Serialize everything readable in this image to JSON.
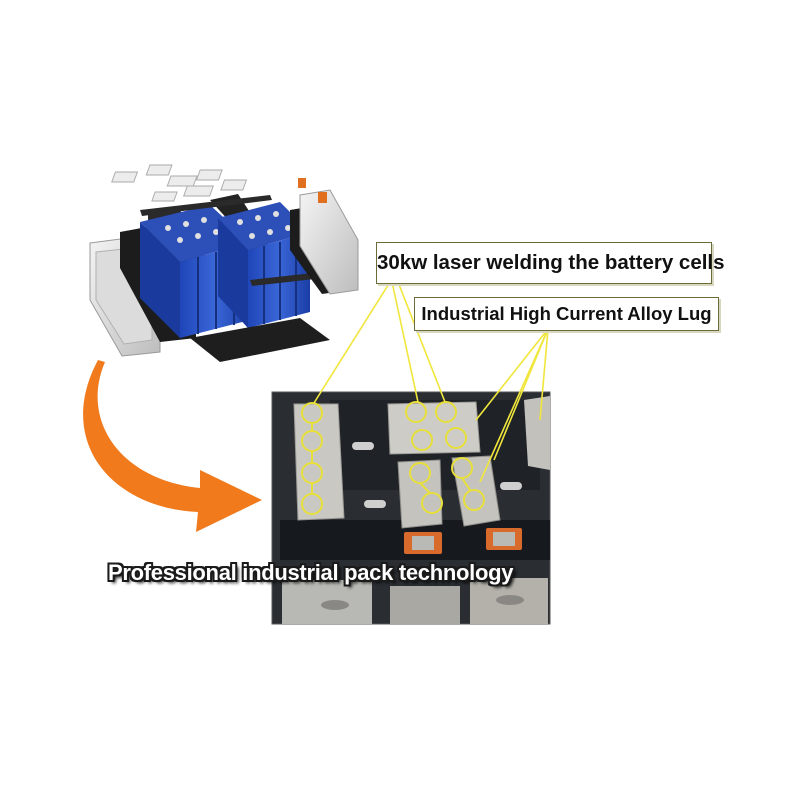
{
  "callouts": {
    "welding": "30kw laser welding the battery cells",
    "lug": "Industrial High Current Alloy  Lug"
  },
  "caption": "Professional industrial pack technology",
  "colors": {
    "callout_line": "#f0e63c",
    "weld_circle": "#e8e03a",
    "arrow_orange": "#f07a1c",
    "cell_blue": "#2b56c9"
  },
  "icons": [
    "curved-arrow-icon"
  ]
}
